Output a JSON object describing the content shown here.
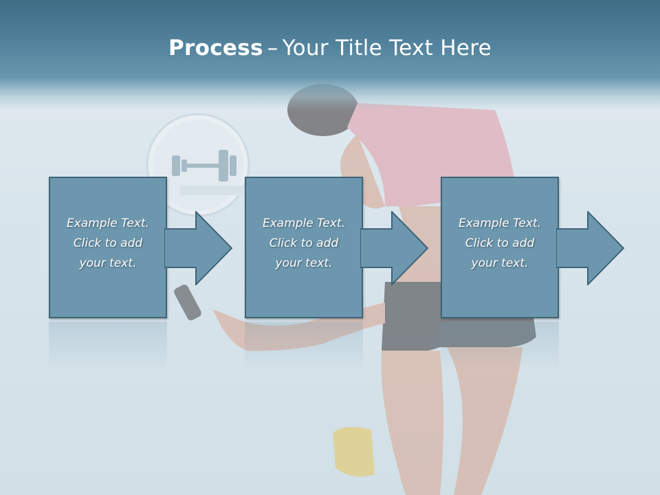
{
  "slide": {
    "title_bold": "Process",
    "title_separator": "–",
    "title_rest": "Your Title Text Here"
  },
  "steps": [
    {
      "line1": "Example Text.",
      "line2": "Click  to add",
      "line3": "your text."
    },
    {
      "line1": "Example Text.",
      "line2": "Click  to add",
      "line3": "your text."
    },
    {
      "line1": "Example Text.",
      "line2": "Click  to add",
      "line3": "your text."
    }
  ],
  "colors": {
    "header": "#4f7f99",
    "step_fill": "#6d97ae",
    "step_border": "#3e6377",
    "text": "#ffffff"
  },
  "icons": [
    "dumbbell-icon",
    "step-arrow-icon"
  ]
}
